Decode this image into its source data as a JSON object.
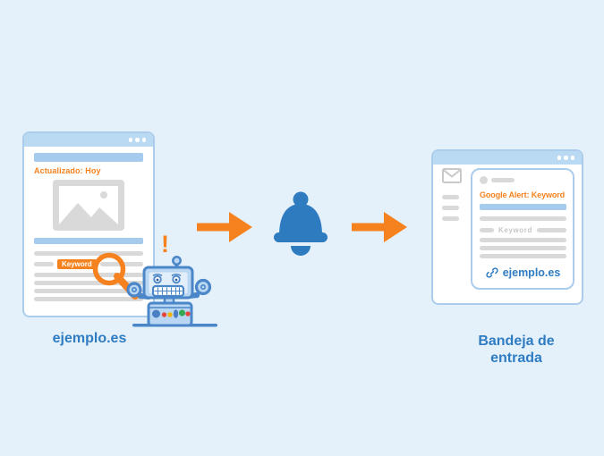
{
  "colors": {
    "background": "#e4f1fb",
    "window_border": "#abcdeb",
    "window_header": "#bad9f2",
    "content_bar_blue": "#a5cbed",
    "placeholder_gray": "#d9d9d9",
    "accent_orange": "#f5821f",
    "accent_blue_text": "#2f7cc2",
    "bell_blue": "#2e7bbf",
    "robot_outline": "#4a86c8",
    "robot_fill": "#b9d6f2",
    "google_dot_blue": "#4a7fc4",
    "google_dot_red": "#e8453c",
    "google_dot_yellow": "#f4b400",
    "google_dot_green": "#34a853"
  },
  "source_window": {
    "updated_text": "Actualizado: Hoy",
    "keyword_badge": "Keyword",
    "site_label": "ejemplo.es",
    "alert_mark": "!"
  },
  "inbox_window": {
    "label": "Bandeja de entrada",
    "email": {
      "subject": "Google Alert: Keyword",
      "keyword_text": "Keyword",
      "link_label": "ejemplo.es"
    }
  },
  "icons": {
    "window_controls": "three-dots",
    "image_placeholder": "picture-with-mountains",
    "magnifier": "magnifying-glass",
    "robot": "crawler-robot",
    "bell": "notification-bell",
    "arrows": "arrow-right",
    "envelope": "envelope",
    "link": "link-chain"
  }
}
